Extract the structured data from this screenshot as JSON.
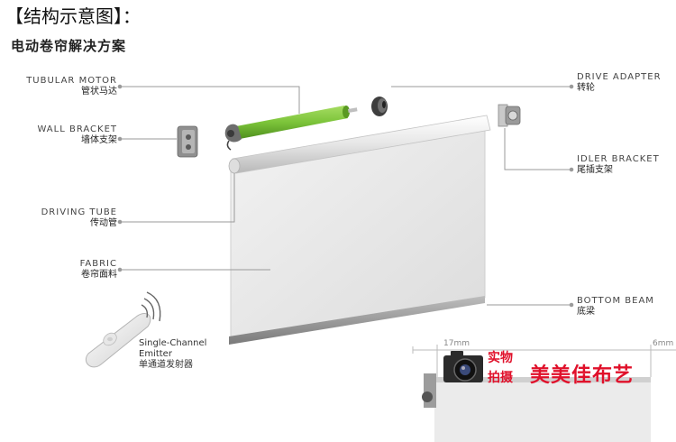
{
  "header": {
    "title": "【结构示意图】：",
    "subtitle": "电动卷帘解决方案"
  },
  "labels": {
    "tubular_motor": {
      "en": "TUBULAR MOTOR",
      "zh": "管状马达"
    },
    "wall_bracket": {
      "en": "WALL BRACKET",
      "zh": "墙体支架"
    },
    "driving_tube": {
      "en": "DRIVING TUBE",
      "zh": "传动管"
    },
    "fabric": {
      "en": "FABRIC",
      "zh": "卷帘面料"
    },
    "drive_adapter": {
      "en": "DRIVE ADAPTER",
      "zh": "转轮"
    },
    "idler_bracket": {
      "en": "IDLER BRACKET",
      "zh": "尾插支架"
    },
    "bottom_beam": {
      "en": "BOTTOM BEAM",
      "zh": "底梁"
    }
  },
  "emitter": {
    "line1": "Single-Channel",
    "line2": "Emitter",
    "line3": "单通道发射器"
  },
  "dimensions": {
    "left": "17mm",
    "right": "6mm"
  },
  "watermark": {
    "small_top": "实物",
    "small_bottom": "拍摄",
    "brand": "美美佳布艺"
  },
  "colors": {
    "motor": "#7cc43a",
    "fabric": "#e9e9e9",
    "line": "#9a9a9a",
    "watermark": "#e0102a"
  }
}
